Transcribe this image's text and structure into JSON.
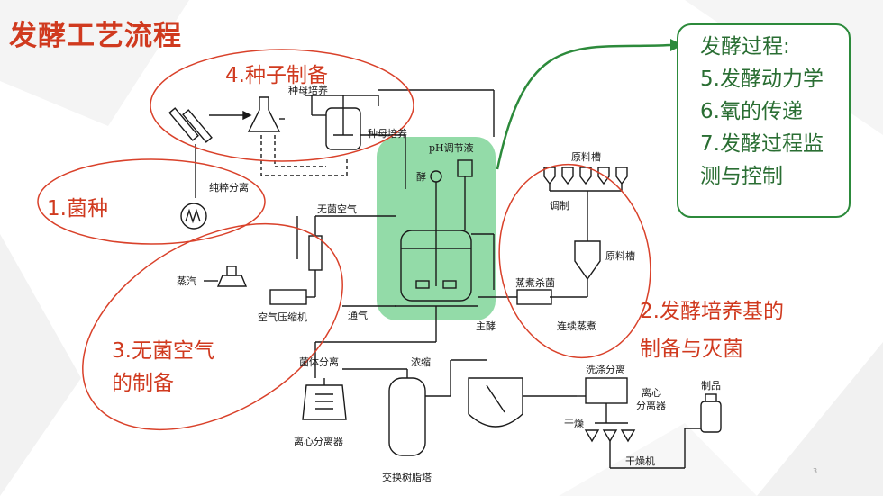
{
  "slide": {
    "title": "发酵工艺流程",
    "page_number": "3"
  },
  "stages": {
    "strain": "1.菌种",
    "medium_line1": "2.发酵培养基的",
    "medium_line2": "制备与灭菌",
    "air_line1": "3.无菌空气",
    "air_line2": "的制备",
    "seed": "4.种子制备"
  },
  "fermentation_box": {
    "heading": "发酵过程:",
    "items": [
      "5.发酵动力学",
      "6.氧的传递",
      "7.发酵过程监",
      "测与控制"
    ]
  },
  "diagram_labels": {
    "seed_culture_top": "种母培养",
    "seed_culture": "种母培养",
    "pure_isolation": "纯粹分离",
    "sterile_air": "无菌空气",
    "steam": "蒸汽",
    "air_compressor": "空气压缩机",
    "aeration": "通气",
    "ph_adjust": "pH调节液",
    "enzyme": "酵",
    "main_ferment": "主酵",
    "raw_tank_top": "原料槽",
    "mixing": "调制",
    "raw_tank": "原料槽",
    "steam_sterilize": "蒸煮杀菌",
    "continuous_cook": "连续蒸煮",
    "cell_separation": "菌体分离",
    "concentrate": "浓缩",
    "centrifuge_left": "离心分离器",
    "ion_exchange": "交换树脂塔",
    "wash_separation": "洗涤分离",
    "centrifuge_right_1": "离心",
    "centrifuge_right_2": "分离器",
    "drying": "干燥",
    "dryer": "干燥机",
    "product": "制品"
  },
  "colors": {
    "title_red": "#d03a1f",
    "ellipse_red": "#d9412a",
    "box_green": "#2c8a3b",
    "highlight_green": "#6fcf8b"
  }
}
